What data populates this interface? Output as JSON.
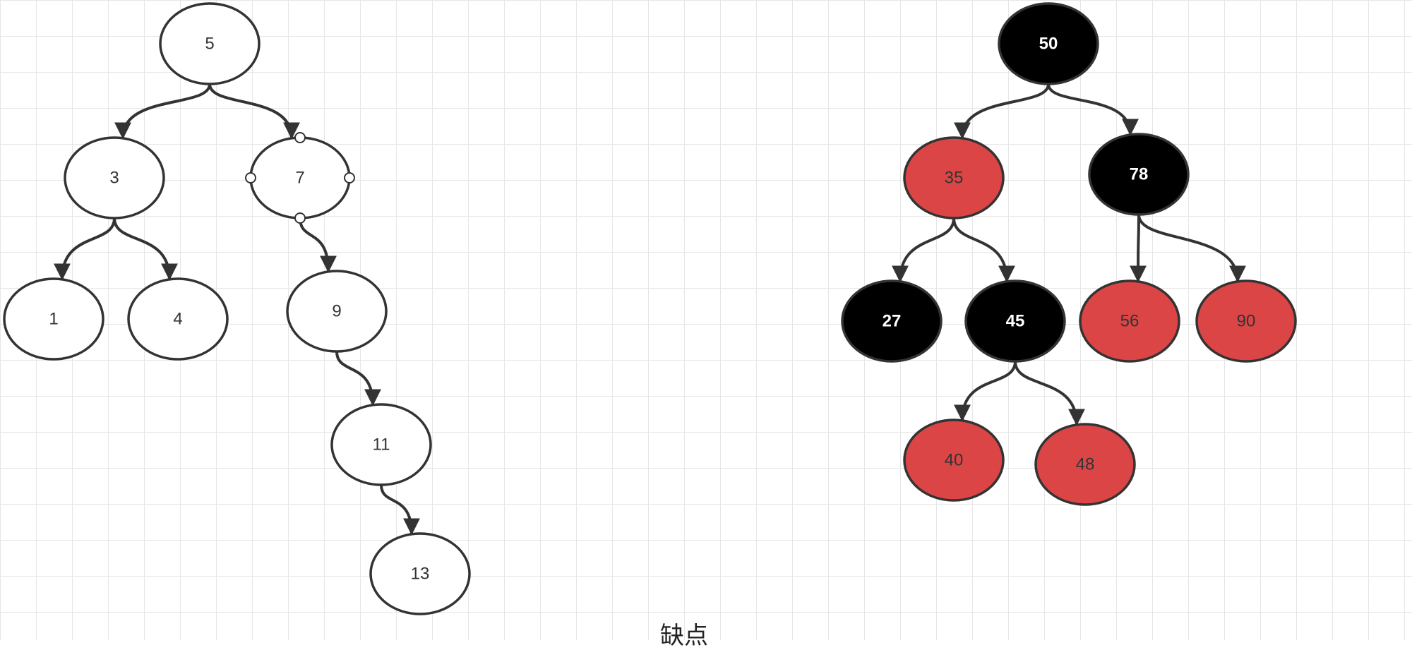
{
  "colors": {
    "white_fill": "#ffffff",
    "black_fill": "#000000",
    "red_fill": "#dc4545",
    "stroke": "#333333",
    "text_dark": "#333333",
    "text_light": "#ffffff",
    "handle_fill": "#ffffff"
  },
  "bst": {
    "nodes": [
      {
        "id": "5",
        "label": "5",
        "fill": "white"
      },
      {
        "id": "3",
        "label": "3",
        "fill": "white"
      },
      {
        "id": "7",
        "label": "7",
        "fill": "white",
        "selected": true
      },
      {
        "id": "1",
        "label": "1",
        "fill": "white"
      },
      {
        "id": "4",
        "label": "4",
        "fill": "white"
      },
      {
        "id": "9",
        "label": "9",
        "fill": "white"
      },
      {
        "id": "11",
        "label": "11",
        "fill": "white"
      },
      {
        "id": "13",
        "label": "13",
        "fill": "white"
      }
    ],
    "edges": [
      [
        "5",
        "3"
      ],
      [
        "5",
        "7"
      ],
      [
        "3",
        "1"
      ],
      [
        "3",
        "4"
      ],
      [
        "7",
        "9"
      ],
      [
        "9",
        "11"
      ],
      [
        "11",
        "13"
      ]
    ]
  },
  "rbt": {
    "nodes": [
      {
        "id": "50",
        "label": "50",
        "fill": "black"
      },
      {
        "id": "35",
        "label": "35",
        "fill": "red"
      },
      {
        "id": "78",
        "label": "78",
        "fill": "black"
      },
      {
        "id": "27",
        "label": "27",
        "fill": "black"
      },
      {
        "id": "45",
        "label": "45",
        "fill": "black"
      },
      {
        "id": "56",
        "label": "56",
        "fill": "red"
      },
      {
        "id": "90",
        "label": "90",
        "fill": "red"
      },
      {
        "id": "40",
        "label": "40",
        "fill": "red"
      },
      {
        "id": "48",
        "label": "48",
        "fill": "red"
      }
    ],
    "edges": [
      [
        "50",
        "35"
      ],
      [
        "50",
        "78"
      ],
      [
        "35",
        "27"
      ],
      [
        "35",
        "45"
      ],
      [
        "78",
        "56"
      ],
      [
        "78",
        "90"
      ],
      [
        "45",
        "40"
      ],
      [
        "45",
        "48"
      ]
    ]
  },
  "caption": "缺点"
}
